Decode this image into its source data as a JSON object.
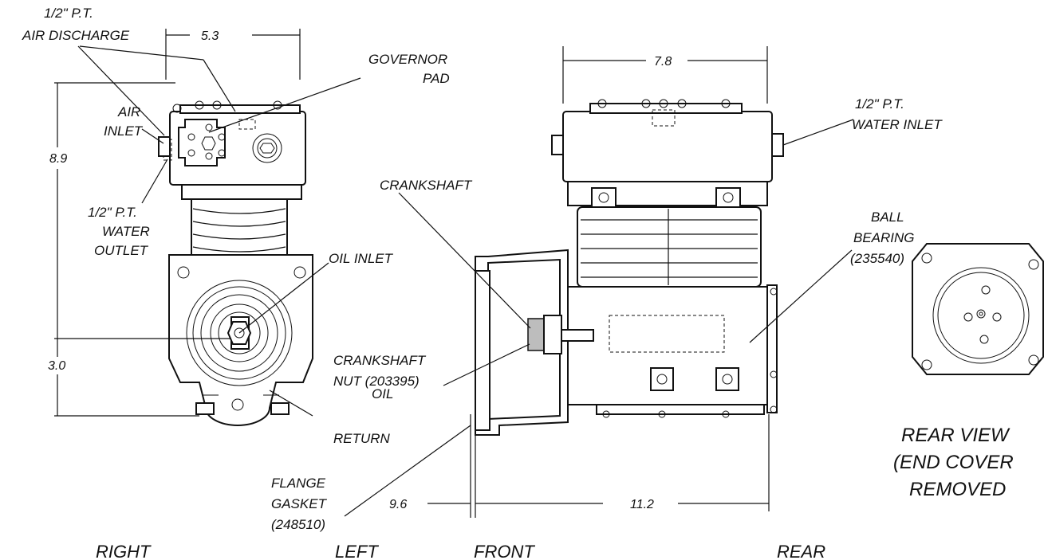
{
  "labels": {
    "air_discharge_1": "1/2\" P.T.",
    "air_discharge_2": "AIR DISCHARGE",
    "governor_1": "GOVERNOR",
    "governor_2": "PAD",
    "air_inlet_1": "AIR",
    "air_inlet_2": "INLET",
    "water_outlet_1": "1/2\" P.T.",
    "water_outlet_2": "WATER",
    "water_outlet_3": "OUTLET",
    "oil_inlet": "OIL INLET",
    "oil_return_1": "OIL",
    "oil_return_2": "RETURN",
    "crankshaft": "CRANKSHAFT",
    "crankshaft_nut_1": "CRANKSHAFT",
    "crankshaft_nut_2": "NUT (203395)",
    "flange_gasket_1": "FLANGE",
    "flange_gasket_2": "GASKET",
    "flange_gasket_3": "(248510)",
    "water_inlet_1": "1/2\" P.T.",
    "water_inlet_2": "WATER INLET",
    "ball_bearing_1": "BALL",
    "ball_bearing_2": "BEARING",
    "ball_bearing_3": "(235540)",
    "rear_view_1": "REAR VIEW",
    "rear_view_2": "(END COVER",
    "rear_view_3": "REMOVED"
  },
  "dimensions": {
    "width_top_left": "5.3",
    "height_total": "8.9",
    "height_lower": "3.0",
    "width_top_right": "7.8",
    "front_offset": "9.6",
    "length": "11.2"
  },
  "views": {
    "right": "RIGHT",
    "left": "LEFT",
    "front": "FRONT",
    "rear": "REAR"
  }
}
